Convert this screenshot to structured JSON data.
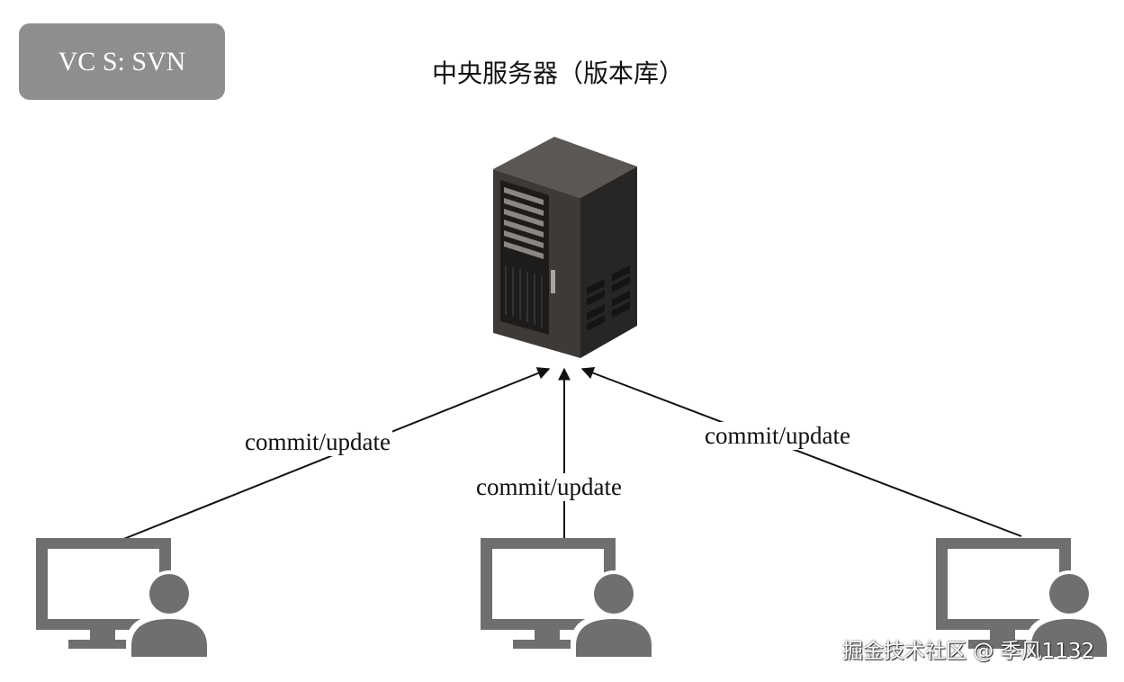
{
  "badge": {
    "label": "VC S: SVN"
  },
  "server": {
    "title": "中央服务器（版本库）",
    "icon": "server-rack-icon"
  },
  "edges": [
    {
      "label": "commit/update"
    },
    {
      "label": "commit/update"
    },
    {
      "label": "commit/update"
    }
  ],
  "clients": [
    {
      "icon": "computer-user-icon"
    },
    {
      "icon": "computer-user-icon"
    },
    {
      "icon": "computer-user-icon"
    }
  ],
  "watermark": {
    "text": "掘金技术社区 @ 季风1132"
  },
  "colors": {
    "badge_bg": "#8e8e8e",
    "icon_gray": "#6f6f6f",
    "server_dark": "#3d3a38"
  }
}
